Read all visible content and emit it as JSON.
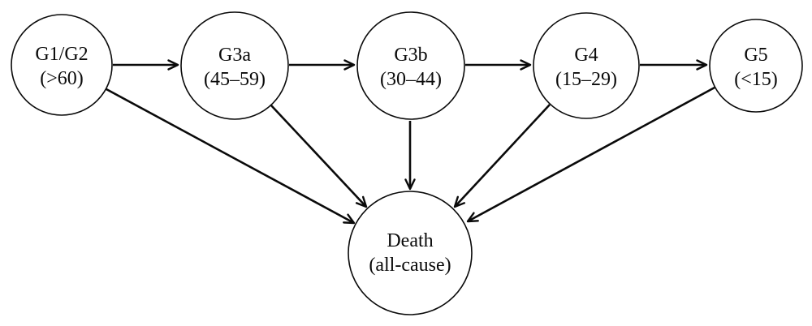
{
  "diagram": {
    "type": "state-transition-model",
    "nodes": {
      "g1g2": {
        "line1": "G1/G2",
        "line2": "(>60)"
      },
      "g3a": {
        "line1": "G3a",
        "line2": "(45–59)"
      },
      "g3b": {
        "line1": "G3b",
        "line2": "(30–44)"
      },
      "g4": {
        "line1": "G4",
        "line2": "(15–29)"
      },
      "g5": {
        "line1": "G5",
        "line2": "(<15)"
      },
      "death": {
        "line1": "Death",
        "line2": "(all-cause)"
      }
    },
    "edges": [
      "G1/G2 (>60) → G3a (45–59)",
      "G3a (45–59) → G3b (30–44)",
      "G3b (30–44) → G4 (15–29)",
      "G4 (15–29) → G5 (<15)",
      "G1/G2 (>60) → Death (all-cause)",
      "G3a (45–59) → Death (all-cause)",
      "G3b (30–44) → Death (all-cause)",
      "G4 (15–29) → Death (all-cause)",
      "G5 (<15) → Death (all-cause)"
    ],
    "colors": {
      "stroke": "#0a0a0a",
      "background": "#ffffff"
    }
  }
}
